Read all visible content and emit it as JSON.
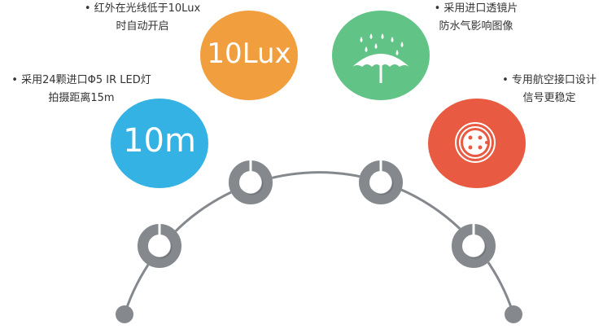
{
  "features": [
    {
      "line1": "• 采用24颗进口Φ5 IR LED灯",
      "line2": "拍摄距离15m",
      "badge": "10m",
      "color": "#35b2e4",
      "icon": "text"
    },
    {
      "line1": "• 红外在光线低于10Lux",
      "line2": "时自动开启",
      "badge": "10Lux",
      "color": "#f19e3e",
      "icon": "text"
    },
    {
      "line1": "• 采用进口透镜片",
      "line2": "防水气影响图像",
      "color": "#62c386",
      "icon": "umbrella-rain-icon"
    },
    {
      "line1": "• 专用航空接口设计",
      "line2": "信号更稳定",
      "color": "#e85a42",
      "icon": "aviation-connector-icon"
    }
  ],
  "colors": {
    "arc": "#85898e",
    "ring": "#85898e"
  }
}
